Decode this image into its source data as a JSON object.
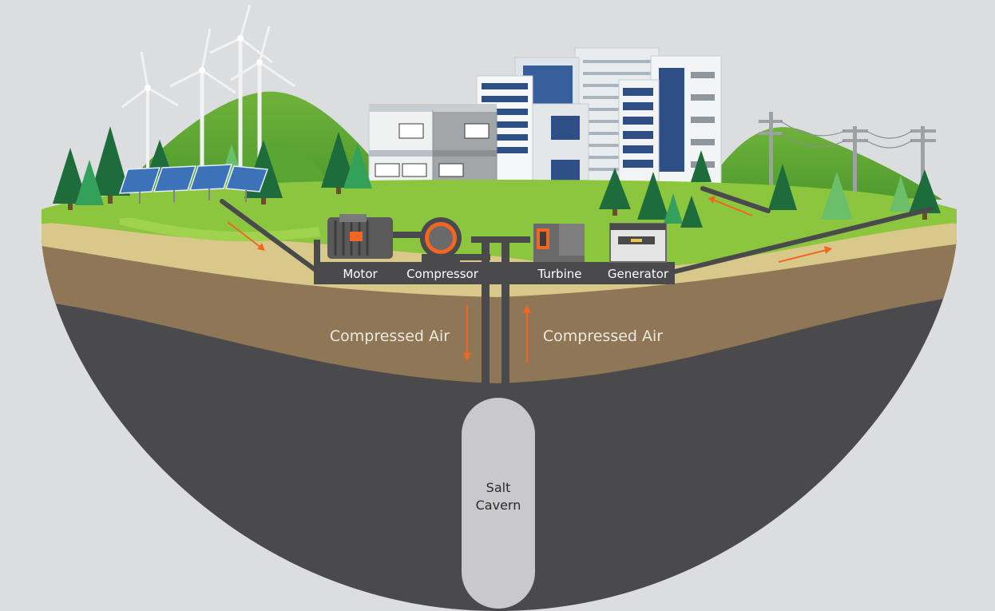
{
  "labels": {
    "motor": "Motor",
    "compressor": "Compressor",
    "turbine": "Turbine",
    "generator": "Generator",
    "compressed_air_down": "Compressed Air",
    "compressed_air_up": "Compressed Air",
    "cavern_line1": "Salt",
    "cavern_line2": "Cavern"
  },
  "colors": {
    "background": "#dcdddf",
    "grass": "#8cc63f",
    "sand": "#d8c98a",
    "soil": "#8e7656",
    "rock": "#4a4a4c",
    "pipe": "#4a4a4c",
    "arrow": "#f26522",
    "cavern": "#c9c9cb"
  },
  "icons": [
    "wind-turbine-icon",
    "solar-panel-icon",
    "building-icon",
    "power-pole-icon",
    "tree-icon"
  ]
}
